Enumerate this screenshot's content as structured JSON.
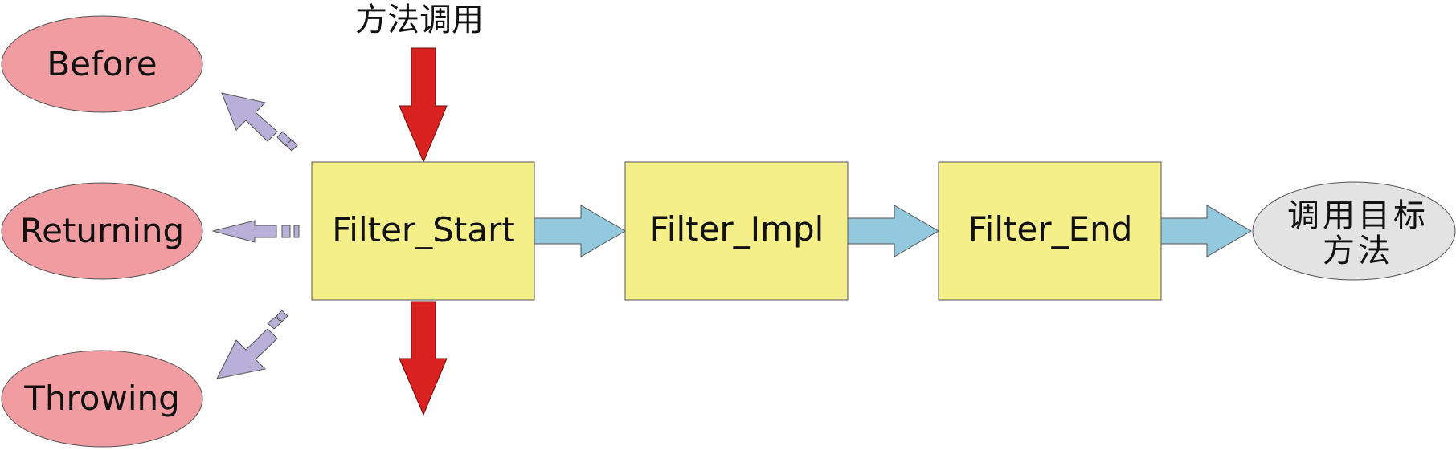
{
  "diagram": {
    "top_label": "方法调用",
    "advice": {
      "before": "Before",
      "returning": "Returning",
      "throwing": "Throwing"
    },
    "filters": {
      "start": "Filter_Start",
      "impl": "Filter_Impl",
      "end": "Filter_End"
    },
    "target": {
      "line1": "调用目标",
      "line2": "方法"
    }
  },
  "colors": {
    "advice_fill": "#f09ca0",
    "filter_fill": "#f5ef8a",
    "target_fill": "#e3e3e3",
    "flow_arrow": "#93c9de",
    "call_arrow": "#d9221f",
    "advice_arrow": "#b8b0d8"
  }
}
